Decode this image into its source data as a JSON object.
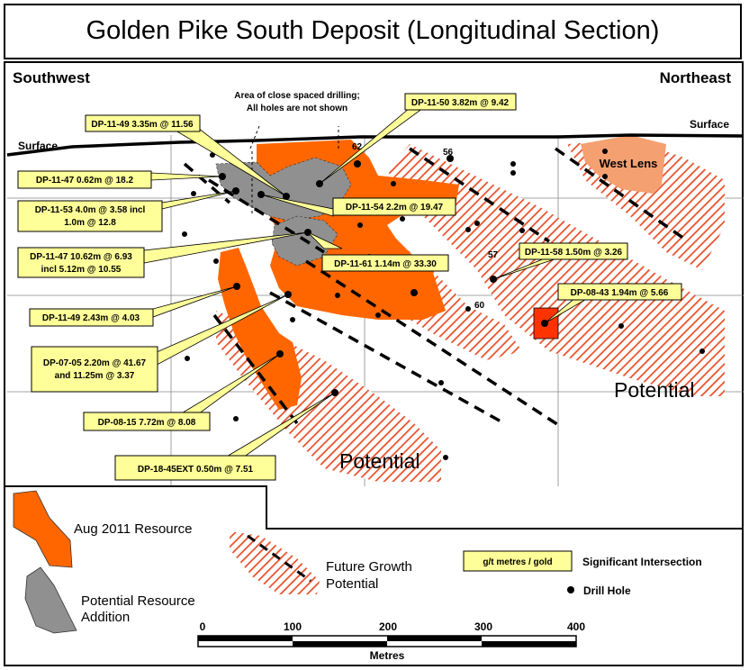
{
  "title": "Golden Pike South Deposit (Longitudinal Section)",
  "direction_left": "Southwest",
  "direction_right": "Northeast",
  "surface_left": "Surface",
  "surface_right": "Surface",
  "drilling_note": [
    "Area of close spaced drilling;",
    "All holes are not shown"
  ],
  "west_lens": "West Lens",
  "potential_right": "Potential",
  "potential_bottom": "Potential",
  "hole_labels": [
    "62",
    "56",
    "57",
    "60"
  ],
  "callouts": [
    "DP-11-49 3.35m @ 11.56",
    "DP-11-50 3.82m @ 9.42",
    "DP-11-47 0.62m @ 18.2",
    [
      "DP-11-53 4.0m @ 3.58 incl",
      "1.0m @ 12.8"
    ],
    "DP-11-54 2.2m @ 19.47",
    [
      "DP-11-47 10.62m @ 6.93",
      "incl 5.12m @ 10.55"
    ],
    "DP-11-61 1.14m @ 33.30",
    "DP-11-58 1.50m @ 3.26",
    "DP-11-49 2.43m @ 4.03",
    "DP-08-43 1.94m @ 5.66",
    [
      "DP-07-05 2.20m @ 41.67",
      "and 11.25m @ 3.37"
    ],
    "DP-08-15 7.72m @ 8.08",
    "DP-18-45EXT 0.50m @ 7.51"
  ],
  "legend": {
    "resource": "Aug 2011 Resource",
    "addition": [
      "Potential Resource",
      "Addition"
    ],
    "growth": [
      "Future Growth",
      "Potential"
    ],
    "intersection_box": "g/t  metres / gold",
    "intersection_label": "Significant Intersection",
    "drill_hole": "Drill Hole"
  },
  "scale": {
    "ticks": [
      "0",
      "100",
      "200",
      "300",
      "400"
    ],
    "unit": "Metres"
  },
  "colors": {
    "resource": "#ff6600",
    "addition": "#909090",
    "west_lens": "#f4a070",
    "hatch": "#e8502a",
    "callout": "#ffff99",
    "target": "#ff3300"
  }
}
